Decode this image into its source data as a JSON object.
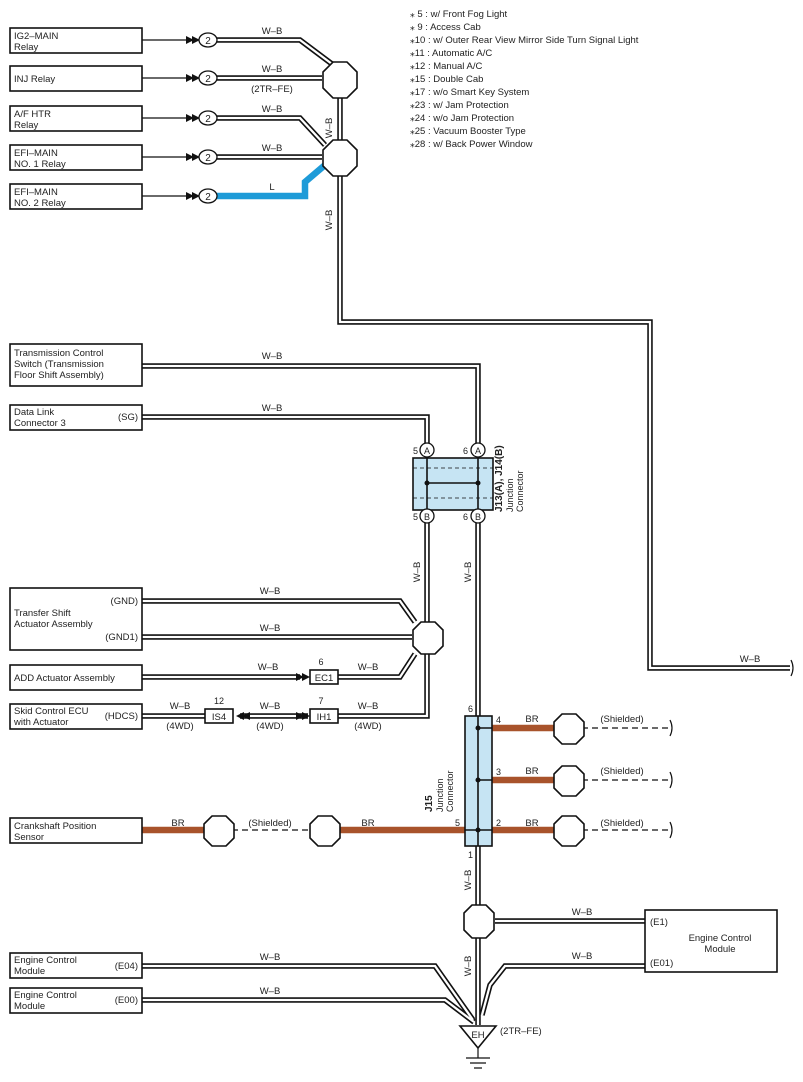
{
  "legend": [
    "⁎ 5 : w/ Front Fog Light",
    "⁎ 9 : Access Cab",
    "⁎10 : w/ Outer Rear View Mirror Side Turn Signal Light",
    "⁎11 : Automatic A/C",
    "⁎12 : Manual A/C",
    "⁎15 : Double Cab",
    "⁎17 : w/o Smart Key System",
    "⁎23 : w/ Jam Protection",
    "⁎24 : w/o Jam Protection",
    "⁎25 : Vacuum Booster Type",
    "⁎28 : w/ Back Power Window"
  ],
  "components": {
    "ig2": [
      "IG2–MAIN",
      "Relay"
    ],
    "inj": [
      "INJ Relay"
    ],
    "afhtr": [
      "A/F HTR",
      "Relay"
    ],
    "efi1": [
      "EFI–MAIN",
      "NO. 1 Relay"
    ],
    "efi2": [
      "EFI–MAIN",
      "NO. 2 Relay"
    ],
    "tcs": [
      "Transmission Control",
      "Switch (Transmission",
      "Floor Shift Assembly)"
    ],
    "dlc": [
      "Data Link",
      "Connector 3"
    ],
    "transfer": [
      "Transfer Shift",
      "Actuator Assembly"
    ],
    "add": [
      "ADD Actuator Assembly"
    ],
    "skid": [
      "Skid Control ECU",
      "with Actuator"
    ],
    "crank": [
      "Crankshaft Position",
      "Sensor"
    ],
    "ecm1": [
      "Engine Control",
      "Module"
    ],
    "ecm2": [
      "Engine Control",
      "Module"
    ],
    "ecm_right": [
      "Engine Control",
      "Module"
    ]
  },
  "terminals": {
    "sg": "(SG)",
    "gnd": "(GND)",
    "gnd1": "(GND1)",
    "hdcs": "(HDCS)",
    "e04": "(E04)",
    "e00": "(E00)",
    "e1": "(E1)",
    "e01": "(E01)"
  },
  "wires": {
    "wb": "W–B",
    "l": "L",
    "br": "BR"
  },
  "notes": {
    "tr_fe_paren": "(2TR–FE)",
    "tr_fe_ground": "(2TR–FE)",
    "shielded": "(Shielded)",
    "fourwd": "(4WD)"
  },
  "pin_numbers": {
    "relay": "2",
    "j13_left": "5",
    "j13_right": "6",
    "j15_top": "6",
    "j15_4": "4",
    "j15_3": "3",
    "j15_2": "2",
    "j15_5": "5",
    "j15_1": "1",
    "ec1": "6",
    "is4": "12",
    "ih1": "7"
  },
  "connector_letters": {
    "a": "A",
    "b": "B"
  },
  "connectors": {
    "ec1": "EC1",
    "is4": "IS4",
    "ih1": "IH1"
  },
  "junctions": {
    "j13_name": "J13(A), J14(B)",
    "j13_sub": "Junction",
    "j13_sub2": "Connector",
    "j15_name": "J15",
    "j15_sub": "Junction",
    "j15_sub2": "Connector"
  },
  "ground": {
    "label": "EH"
  },
  "colors": {
    "brown_wire": "#a8532b",
    "blue_wire": "#1e9bd8",
    "junction_fill": "#c6e4f3"
  }
}
